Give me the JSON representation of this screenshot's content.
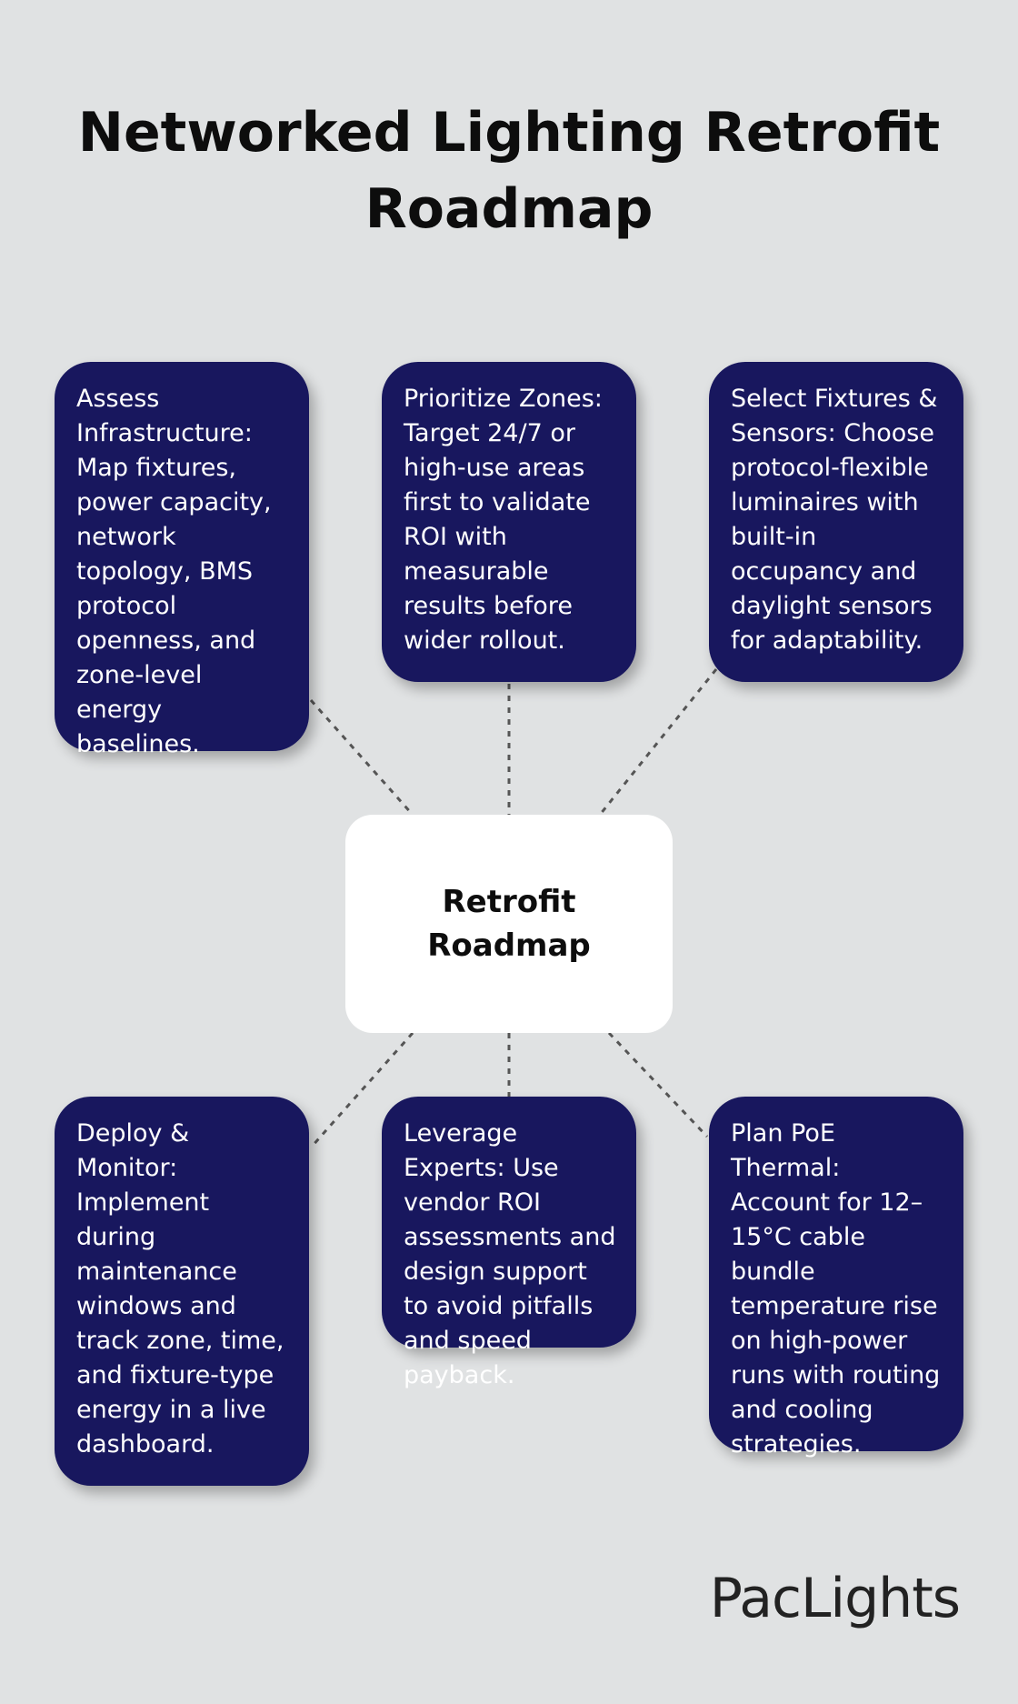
{
  "title": "Networked Lighting Retrofit Roadmap",
  "center_label": "Retrofit Roadmap",
  "nodes": [
    {
      "text": "Assess Infrastructure: Map fixtures, power capacity, network topology, BMS protocol openness, and zone-level energy baselines."
    },
    {
      "text": "Prioritize Zones: Target 24/7 or high-use areas first to validate ROI with measurable results before wider rollout."
    },
    {
      "text": "Select Fixtures & Sensors: Choose protocol-flexible luminaires with built-in occupancy and daylight sensors for adaptability."
    },
    {
      "text": "Deploy & Monitor: Implement during maintenance windows and track zone, time, and fixture-type energy in a live dashboard."
    },
    {
      "text": "Leverage Experts: Use vendor ROI assessments and design support to avoid pitfalls and speed payback."
    },
    {
      "text": "Plan PoE Thermal: Account for 12–15°C cable bundle temperature rise on high-power runs with routing and cooling strategies."
    }
  ],
  "logo": {
    "text": "PacLights"
  },
  "colors": {
    "background": "#e0e2e3",
    "card": "#18175e",
    "card_text": "#ffffff",
    "center_box": "#ffffff",
    "connector": "#555555"
  }
}
